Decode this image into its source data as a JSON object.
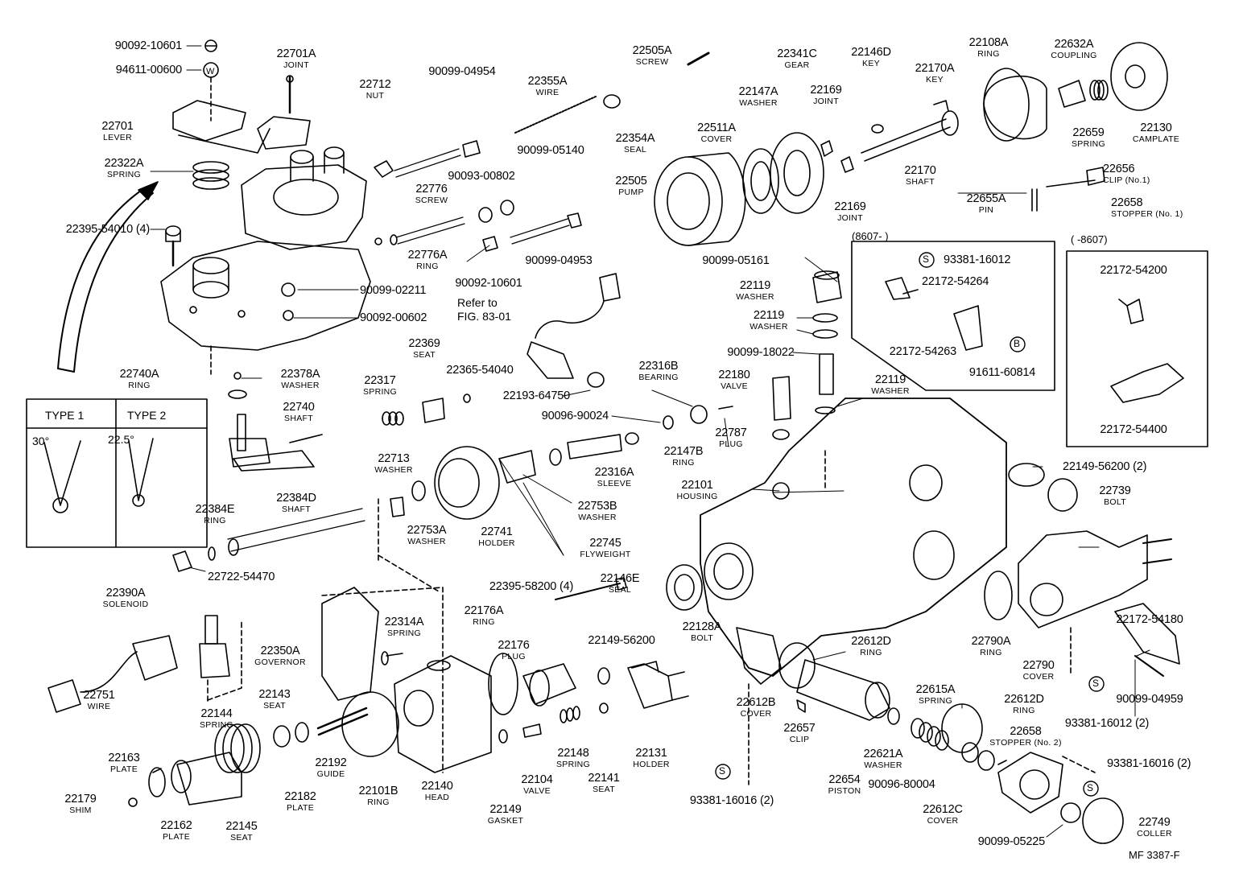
{
  "labels": [
    {
      "id": "p01",
      "num": "90092-10601",
      "desc": ""
    },
    {
      "id": "p02",
      "num": "94611-00600",
      "desc": ""
    },
    {
      "id": "p03",
      "num": "22701A",
      "desc": "JOINT"
    },
    {
      "id": "p04",
      "num": "22701",
      "desc": "LEVER"
    },
    {
      "id": "p05",
      "num": "22322A",
      "desc": "SPRING"
    },
    {
      "id": "p06",
      "num": "22395-54010 (4)",
      "desc": ""
    },
    {
      "id": "p07",
      "num": "22712",
      "desc": "NUT"
    },
    {
      "id": "p08",
      "num": "90099-04954",
      "desc": ""
    },
    {
      "id": "p09",
      "num": "22355A",
      "desc": "WIRE"
    },
    {
      "id": "p10",
      "num": "22354A",
      "desc": "SEAL"
    },
    {
      "id": "p11",
      "num": "90099-05140",
      "desc": ""
    },
    {
      "id": "p12",
      "num": "90093-00802",
      "desc": ""
    },
    {
      "id": "p13",
      "num": "22776",
      "desc": "SCREW"
    },
    {
      "id": "p14",
      "num": "22776A",
      "desc": "RING"
    },
    {
      "id": "p15",
      "num": "90099-04953",
      "desc": ""
    },
    {
      "id": "p16",
      "num": "90092-10601",
      "desc": ""
    },
    {
      "id": "p17",
      "num": "90099-02211",
      "desc": ""
    },
    {
      "id": "p18",
      "num": "90092-00602",
      "desc": ""
    },
    {
      "id": "p19",
      "num": "22505A",
      "desc": "SCREW"
    },
    {
      "id": "p20",
      "num": "22341C",
      "desc": "GEAR"
    },
    {
      "id": "p21",
      "num": "22146D",
      "desc": "KEY"
    },
    {
      "id": "p22",
      "num": "22108A",
      "desc": "RING"
    },
    {
      "id": "p23",
      "num": "22632A",
      "desc": "COUPLING"
    },
    {
      "id": "p24",
      "num": "22147A",
      "desc": "WASHER"
    },
    {
      "id": "p25",
      "num": "22169",
      "desc": "JOINT"
    },
    {
      "id": "p26",
      "num": "22170A",
      "desc": "KEY"
    },
    {
      "id": "p27",
      "num": "22511A",
      "desc": "COVER"
    },
    {
      "id": "p28",
      "num": "22659",
      "desc": "SPRING"
    },
    {
      "id": "p29",
      "num": "22130",
      "desc": "CAMPLATE"
    },
    {
      "id": "p30",
      "num": "22505",
      "desc": "PUMP"
    },
    {
      "id": "p31",
      "num": "22170",
      "desc": "SHAFT"
    },
    {
      "id": "p32",
      "num": "22656",
      "desc": "CLIP (No.1)"
    },
    {
      "id": "p33",
      "num": "22169",
      "desc": "JOINT"
    },
    {
      "id": "p34",
      "num": "22655A",
      "desc": "PIN"
    },
    {
      "id": "p35",
      "num": "22658",
      "desc": "STOPPER (No. 1)"
    },
    {
      "id": "p36",
      "num": "90099-05161",
      "desc": ""
    },
    {
      "id": "p37",
      "num": "22119",
      "desc": "WASHER"
    },
    {
      "id": "p38",
      "num": "22119",
      "desc": "WASHER"
    },
    {
      "id": "p39",
      "num": "90099-18022",
      "desc": ""
    },
    {
      "id": "p40",
      "num": "22180",
      "desc": "VALVE"
    },
    {
      "id": "p41",
      "num": "22119",
      "desc": "WASHER"
    },
    {
      "id": "p42",
      "num": "22316B",
      "desc": "BEARING"
    },
    {
      "id": "p43",
      "num": "22787",
      "desc": "PLUG"
    },
    {
      "id": "p44",
      "num": "22369",
      "desc": "SEAT"
    },
    {
      "id": "p45",
      "num": "22365-54040",
      "desc": ""
    },
    {
      "id": "p46",
      "num": "22193-64750",
      "desc": ""
    },
    {
      "id": "p47",
      "num": "90096-90024",
      "desc": ""
    },
    {
      "id": "p48",
      "num": "22147B",
      "desc": "RING"
    },
    {
      "id": "p49",
      "num": "22740A",
      "desc": "RING"
    },
    {
      "id": "p50",
      "num": "22378A",
      "desc": "WASHER"
    },
    {
      "id": "p51",
      "num": "22317",
      "desc": "SPRING"
    },
    {
      "id": "p52",
      "num": "22740",
      "desc": "SHAFT"
    },
    {
      "id": "p53",
      "num": "22713",
      "desc": "WASHER"
    },
    {
      "id": "p54",
      "num": "22316A",
      "desc": "SLEEVE"
    },
    {
      "id": "p55",
      "num": "22101",
      "desc": "HOUSING"
    },
    {
      "id": "p56",
      "num": "22753B",
      "desc": "WASHER"
    },
    {
      "id": "p57",
      "num": "22384D",
      "desc": "SHAFT"
    },
    {
      "id": "p58",
      "num": "22384E",
      "desc": "RING"
    },
    {
      "id": "p59",
      "num": "22753A",
      "desc": "WASHER"
    },
    {
      "id": "p60",
      "num": "22741",
      "desc": "HOLDER"
    },
    {
      "id": "p61",
      "num": "22745",
      "desc": "FLYWEIGHT"
    },
    {
      "id": "p62",
      "num": "22722-54470",
      "desc": ""
    },
    {
      "id": "p63",
      "num": "22149-56200 (2)",
      "desc": ""
    },
    {
      "id": "p64",
      "num": "22739",
      "desc": "BOLT"
    },
    {
      "id": "p65",
      "num": "22390A",
      "desc": "SOLENOID"
    },
    {
      "id": "p66",
      "num": "22395-58200 (4)",
      "desc": ""
    },
    {
      "id": "p67",
      "num": "22146E",
      "desc": "SEAL"
    },
    {
      "id": "p68",
      "num": "22176A",
      "desc": "RING"
    },
    {
      "id": "p69",
      "num": "22314A",
      "desc": "SPRING"
    },
    {
      "id": "p70",
      "num": "22350A",
      "desc": "GOVERNOR"
    },
    {
      "id": "p71",
      "num": "22176",
      "desc": "PLUG"
    },
    {
      "id": "p72",
      "num": "22149-56200",
      "desc": ""
    },
    {
      "id": "p73",
      "num": "22128A",
      "desc": "BOLT"
    },
    {
      "id": "p74",
      "num": "22612D",
      "desc": "RING"
    },
    {
      "id": "p75",
      "num": "22790A",
      "desc": "RING"
    },
    {
      "id": "p76",
      "num": "22172-54180",
      "desc": ""
    },
    {
      "id": "p77",
      "num": "22751",
      "desc": "WIRE"
    },
    {
      "id": "p78",
      "num": "22143",
      "desc": "SEAT"
    },
    {
      "id": "p79",
      "num": "22144",
      "desc": "SPRING"
    },
    {
      "id": "p80",
      "num": "22790",
      "desc": "COVER"
    },
    {
      "id": "p81",
      "num": "22612B",
      "desc": "COVER"
    },
    {
      "id": "p82",
      "num": "22615A",
      "desc": "SPRING"
    },
    {
      "id": "p83",
      "num": "22612D",
      "desc": "RING"
    },
    {
      "id": "p84",
      "num": "90099-04959",
      "desc": ""
    },
    {
      "id": "p85",
      "num": "22163",
      "desc": "PLATE"
    },
    {
      "id": "p86",
      "num": "22192",
      "desc": "GUIDE"
    },
    {
      "id": "p87",
      "num": "22148",
      "desc": "SPRING"
    },
    {
      "id": "p88",
      "num": "22131",
      "desc": "HOLDER"
    },
    {
      "id": "p89",
      "num": "22657",
      "desc": "CLIP"
    },
    {
      "id": "p90",
      "num": "22658",
      "desc": "STOPPER (No. 2)"
    },
    {
      "id": "p91",
      "num": "93381-16012 (2)",
      "desc": ""
    },
    {
      "id": "p92",
      "num": "22621A",
      "desc": "WASHER"
    },
    {
      "id": "p93",
      "num": "22179",
      "desc": "SHIM"
    },
    {
      "id": "p94",
      "num": "22182",
      "desc": "PLATE"
    },
    {
      "id": "p95",
      "num": "22101B",
      "desc": "RING"
    },
    {
      "id": "p96",
      "num": "22140",
      "desc": "HEAD"
    },
    {
      "id": "p97",
      "num": "22104",
      "desc": "VALVE"
    },
    {
      "id": "p98",
      "num": "22141",
      "desc": "SEAT"
    },
    {
      "id": "p99",
      "num": "90096-80004",
      "desc": ""
    },
    {
      "id": "p100",
      "num": "93381-16016 (2)",
      "desc": ""
    },
    {
      "id": "p101",
      "num": "22162",
      "desc": "PLATE"
    },
    {
      "id": "p102",
      "num": "22145",
      "desc": "SEAT"
    },
    {
      "id": "p103",
      "num": "22149",
      "desc": "GASKET"
    },
    {
      "id": "p104",
      "num": "93381-16016 (2)",
      "desc": ""
    },
    {
      "id": "p105",
      "num": "22654",
      "desc": "PISTON"
    },
    {
      "id": "p106",
      "num": "22612C",
      "desc": "COVER"
    },
    {
      "id": "p107",
      "num": "22749",
      "desc": "COLLER"
    },
    {
      "id": "p108",
      "num": "90099-05225",
      "desc": ""
    },
    {
      "id": "p109",
      "num": "93381-16012",
      "desc": ""
    },
    {
      "id": "p110",
      "num": "22172-54264",
      "desc": ""
    },
    {
      "id": "p111",
      "num": "22172-54263",
      "desc": ""
    },
    {
      "id": "p112",
      "num": "91611-60814",
      "desc": ""
    },
    {
      "id": "p113",
      "num": "22172-54200",
      "desc": ""
    },
    {
      "id": "p114",
      "num": "22172-54400",
      "desc": ""
    }
  ],
  "reference_note": {
    "line1": "Refer to",
    "line2": "FIG. 83-01"
  },
  "inset_types": {
    "type1": "TYPE 1",
    "type2": "TYPE 2",
    "angle1": "30°",
    "angle2": "22.5°"
  },
  "range_boxes": {
    "left": "(8607-        )",
    "right": "(        -8607)"
  },
  "markers": {
    "s": "S",
    "b": "B",
    "w": "W"
  },
  "figure_code": "MF 3387-F"
}
